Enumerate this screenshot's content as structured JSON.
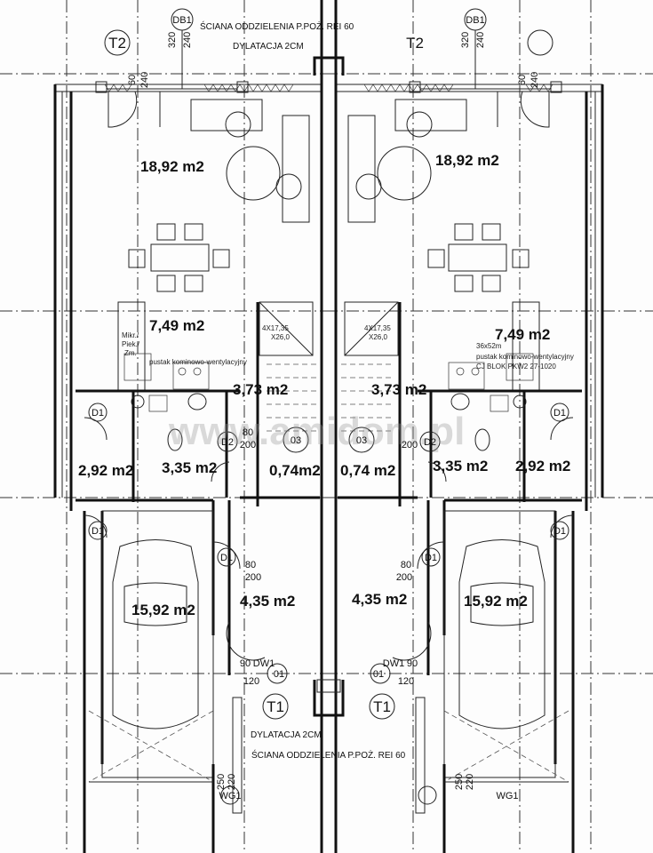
{
  "plan": {
    "fire_wall_label": "ŚCIANA ODDZIELENIA P.POŻ. REI 60",
    "expansion_joint_label": "DYLATACJA 2CM",
    "watermark": "www.amidom.pl",
    "markers": {
      "t2": "T2",
      "db1": "DB1",
      "t1": "T1",
      "d1": "D1",
      "d2": "D2",
      "n03": "03",
      "n01": "01",
      "dw1": "DW1",
      "wg1": "WG1"
    },
    "dims": {
      "d320": "320",
      "d240": "240",
      "d60": "60",
      "d80": "80",
      "d200": "200",
      "d90": "90",
      "d120": "120",
      "d250": "250",
      "d220": "220",
      "stair1": "4X17,35",
      "stair2": "X26,0"
    },
    "kitchen_note": [
      "Mikr./",
      "Piek./",
      "Zm."
    ],
    "chimney": {
      "size": "36x52m",
      "type": "pustak kominowo-wentylacyjny",
      "model": "CJ BLOK PKW2 27-1020"
    },
    "left_unit": {
      "living": "18,92 m2",
      "kitchen": "7,49 m2",
      "hall": "3,73 m2",
      "boiler": "2,92 m2",
      "bath": "3,35 m2",
      "closet": "0,74m2",
      "vestibule": "4,35 m2",
      "garage": "15,92 m2"
    },
    "right_unit": {
      "living": "18,92 m2",
      "kitchen": "7,49 m2",
      "hall": "3,73 m2",
      "boiler": "2,92 m2",
      "bath": "3,35 m2",
      "closet": "0,74 m2",
      "vestibule": "4,35 m2",
      "garage": "15,92 m2"
    }
  }
}
